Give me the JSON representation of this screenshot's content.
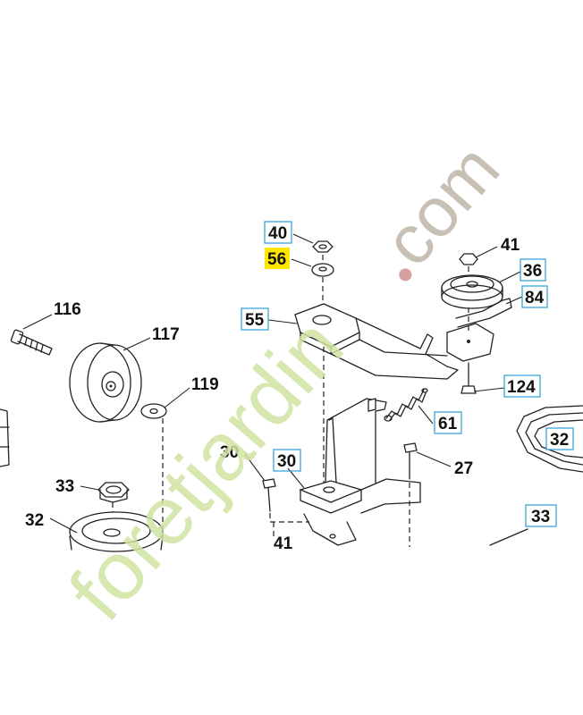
{
  "watermark": {
    "text": "foretjardin.com",
    "colors": {
      "word": "#cfe3a3",
      "dot": "#d6a0a0",
      "com": "#bfb6a8"
    }
  },
  "highlight_color": "#ffe600",
  "box_color": "#2a9bd6",
  "callouts": [
    {
      "id": "c40",
      "label": "40",
      "boxed": true,
      "highlight": false
    },
    {
      "id": "c56",
      "label": "56",
      "boxed": false,
      "highlight": true
    },
    {
      "id": "c55",
      "label": "55",
      "boxed": true,
      "highlight": false
    },
    {
      "id": "c41a",
      "label": "41",
      "boxed": false,
      "highlight": false
    },
    {
      "id": "c36",
      "label": "36",
      "boxed": true,
      "highlight": false
    },
    {
      "id": "c84",
      "label": "84",
      "boxed": true,
      "highlight": false
    },
    {
      "id": "c116",
      "label": "116",
      "boxed": false,
      "highlight": false
    },
    {
      "id": "c117",
      "label": "117",
      "boxed": false,
      "highlight": false
    },
    {
      "id": "c119",
      "label": "119",
      "boxed": false,
      "highlight": false
    },
    {
      "id": "c124",
      "label": "124",
      "boxed": true,
      "highlight": false
    },
    {
      "id": "c61",
      "label": "61",
      "boxed": true,
      "highlight": false
    },
    {
      "id": "c32a",
      "label": "32",
      "boxed": true,
      "highlight": false
    },
    {
      "id": "c30a",
      "label": "30",
      "boxed": false,
      "highlight": false
    },
    {
      "id": "c27",
      "label": "27",
      "boxed": true,
      "highlight": false
    },
    {
      "id": "c30b",
      "label": "30",
      "boxed": false,
      "highlight": false
    },
    {
      "id": "c33a",
      "label": "33",
      "boxed": false,
      "highlight": false
    },
    {
      "id": "c32b",
      "label": "32",
      "boxed": false,
      "highlight": false
    },
    {
      "id": "c41b",
      "label": "41",
      "boxed": false,
      "highlight": false
    },
    {
      "id": "c33b",
      "label": "33",
      "boxed": true,
      "highlight": false
    }
  ]
}
